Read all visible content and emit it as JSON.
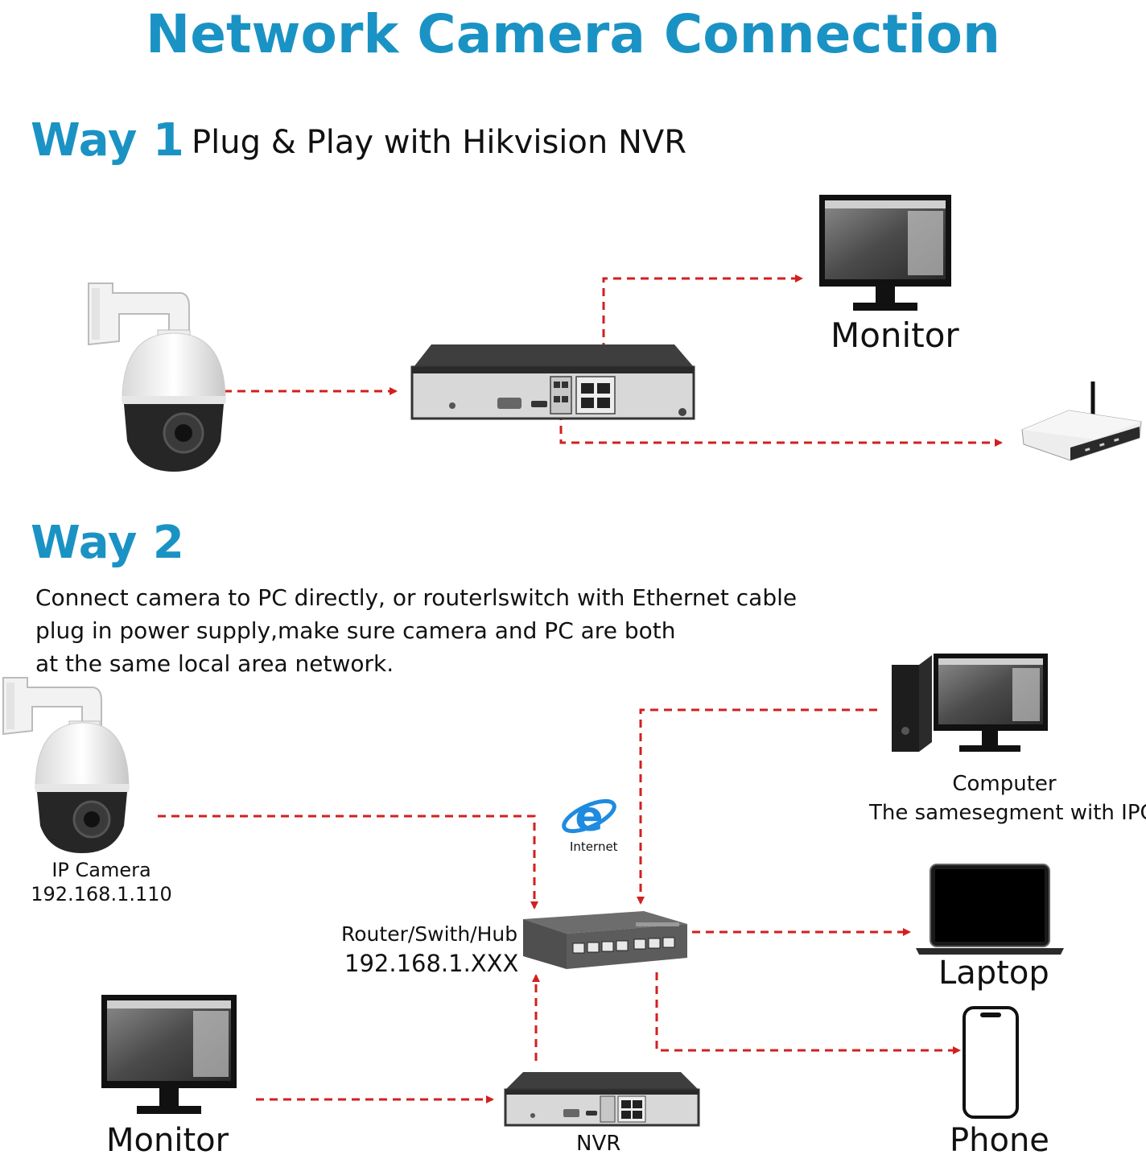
{
  "title": "Network Camera Connection",
  "way1": {
    "heading": "Way 1",
    "subtitle": "Plug & Play with Hikvision NVR",
    "monitor_label": "Monitor"
  },
  "way2": {
    "heading": "Way 2",
    "description": [
      "Connect camera to PC directly, or routerlswitch with Ethernet cable",
      "plug in power supply,make sure camera and PC are both",
      "at the same local area network."
    ],
    "camera_label": "IP Camera",
    "camera_ip": "192.168.1.110",
    "internet_label": "Internet",
    "router_label": "Router/Swith/Hub",
    "router_ip": "192.168.1.XXX",
    "computer_label": "Computer",
    "computer_sub": "The samesegment with IPC",
    "laptop_label": "Laptop",
    "phone_label": "Phone",
    "monitor_label": "Monitor",
    "nvr_label": "NVR"
  },
  "colors": {
    "accent": "#1a93c4",
    "wire": "#d21f1f"
  }
}
